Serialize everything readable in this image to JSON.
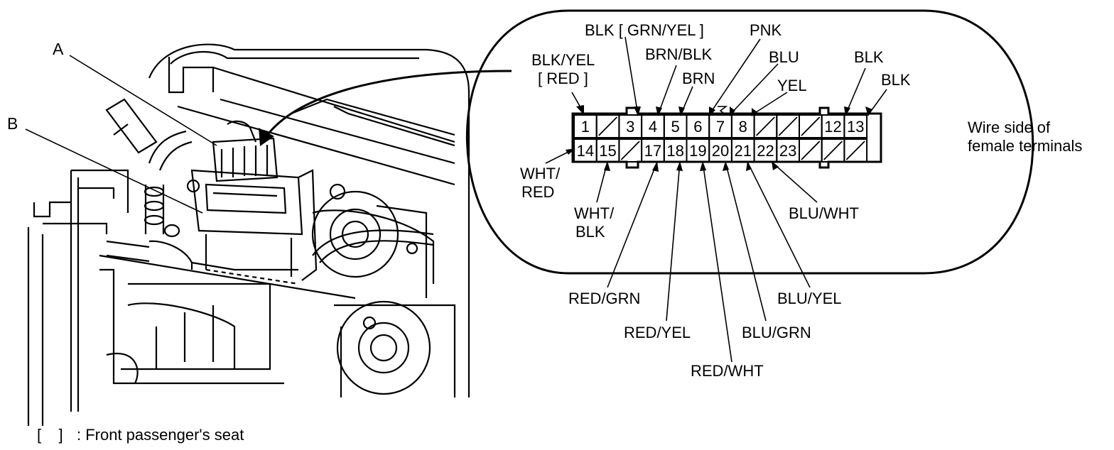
{
  "callouts": {
    "a": "A",
    "b": "B"
  },
  "legend": {
    "bracket": "[    ]",
    "text": ": Front passenger's seat"
  },
  "connector": {
    "side_label_line1": "Wire side of",
    "side_label_line2": "female terminals",
    "top_row": [
      "1",
      "",
      "3",
      "4",
      "5",
      "6",
      "7",
      "8",
      "",
      "",
      "",
      "12",
      "13"
    ],
    "bottom_row": [
      "14",
      "15",
      "",
      "17",
      "18",
      "19",
      "20",
      "21",
      "22",
      "23",
      "",
      "",
      ""
    ]
  },
  "wires": {
    "pin1_line1": "BLK/YEL",
    "pin1_line2": "[ RED ]",
    "pin3": "BLK [ GRN/YEL ]",
    "pin4": "BRN/BLK",
    "pin5": "BRN",
    "pin6": "PNK",
    "pin7": "BLU",
    "pin8": "YEL",
    "pin12": "BLK",
    "pin13": "BLK",
    "pin14_line1": "WHT/",
    "pin14_line2": "RED",
    "pin15_line1": "WHT/",
    "pin15_line2": "BLK",
    "pin17": "RED/GRN",
    "pin18": "RED/YEL",
    "pin19": "RED/WHT",
    "pin20": "BLU/GRN",
    "pin21": "BLU/YEL",
    "pin22": "BLU/WHT"
  }
}
